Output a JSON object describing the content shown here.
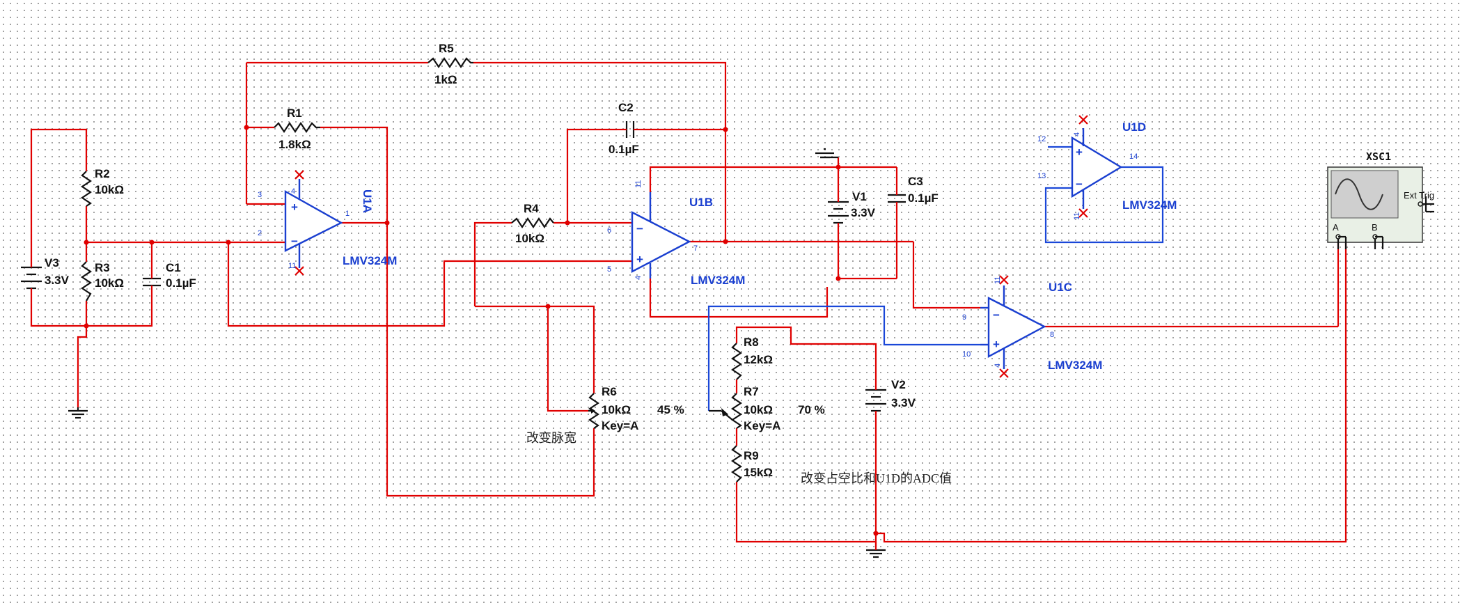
{
  "resistors": {
    "r1": {
      "name": "R1",
      "value": "1.8kΩ"
    },
    "r2": {
      "name": "R2",
      "value": "10kΩ"
    },
    "r3": {
      "name": "R3",
      "value": "10kΩ"
    },
    "r4": {
      "name": "R4",
      "value": "10kΩ"
    },
    "r5": {
      "name": "R5",
      "value": "1kΩ"
    },
    "r8": {
      "name": "R8",
      "value": "12kΩ"
    },
    "r9": {
      "name": "R9",
      "value": "15kΩ"
    }
  },
  "potentiometers": {
    "r6": {
      "name": "R6",
      "value": "10kΩ",
      "key": "Key=A",
      "percent": "45 %"
    },
    "r7": {
      "name": "R7",
      "value": "10kΩ",
      "key": "Key=A",
      "percent": "70 %"
    }
  },
  "capacitors": {
    "c1": {
      "name": "C1",
      "value": "0.1µF"
    },
    "c2": {
      "name": "C2",
      "value": "0.1µF"
    },
    "c3": {
      "name": "C3",
      "value": "0.1µF"
    }
  },
  "sources": {
    "v1": {
      "name": "V1",
      "value": "3.3V"
    },
    "v2": {
      "name": "V2",
      "value": "3.3V"
    },
    "v3": {
      "name": "V3",
      "value": "3.3V"
    }
  },
  "opamps": {
    "u1a": {
      "name": "U1A",
      "model": "LMV324M",
      "pins": {
        "plus": "3",
        "minus": "2",
        "out": "1",
        "vcc": "4",
        "vee": "11"
      }
    },
    "u1b": {
      "name": "U1B",
      "model": "LMV324M",
      "pins": {
        "minus": "6",
        "plus": "5",
        "out": "7",
        "vcc": "11",
        "vee": "4"
      }
    },
    "u1c": {
      "name": "U1C",
      "model": "LMV324M",
      "pins": {
        "minus": "9",
        "plus": "10",
        "out": "8",
        "vcc": "11",
        "vee": "4"
      }
    },
    "u1d": {
      "name": "U1D",
      "model": "LMV324M",
      "pins": {
        "plus": "12",
        "minus": "13",
        "out": "14",
        "vcc": "4",
        "vee": "11"
      }
    }
  },
  "oscilloscope": {
    "name": "XSC1",
    "ext_trig": "Ext Trig",
    "channel_a": "A",
    "channel_b": "B"
  },
  "notes": {
    "change_pulse_width": "改变脉宽",
    "change_duty_adc": "改变占空比和U1D的ADC值"
  },
  "colors": {
    "wire": "#e00000",
    "feedback_wire": "#1a47d8",
    "opamp": "#1a3fd0",
    "labels": "#111111"
  }
}
